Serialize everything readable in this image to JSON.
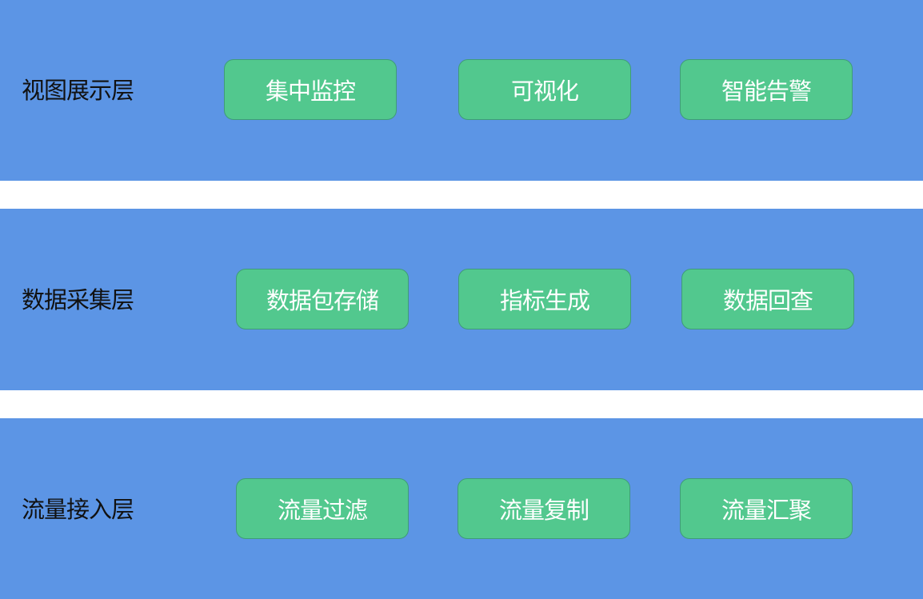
{
  "layers": [
    {
      "title": "视图展示层",
      "modules": [
        "集中监控",
        "可视化",
        "智能告警"
      ]
    },
    {
      "title": "数据采集层",
      "modules": [
        "数据包存储",
        "指标生成",
        "数据回查"
      ]
    },
    {
      "title": "流量接入层",
      "modules": [
        "流量过滤",
        "流量复制",
        "流量汇聚"
      ]
    }
  ],
  "colors": {
    "layer_band": "#5c95e5",
    "module_fill": "#52c88e",
    "module_border": "#3f9c78",
    "gap": "#ffffff"
  }
}
